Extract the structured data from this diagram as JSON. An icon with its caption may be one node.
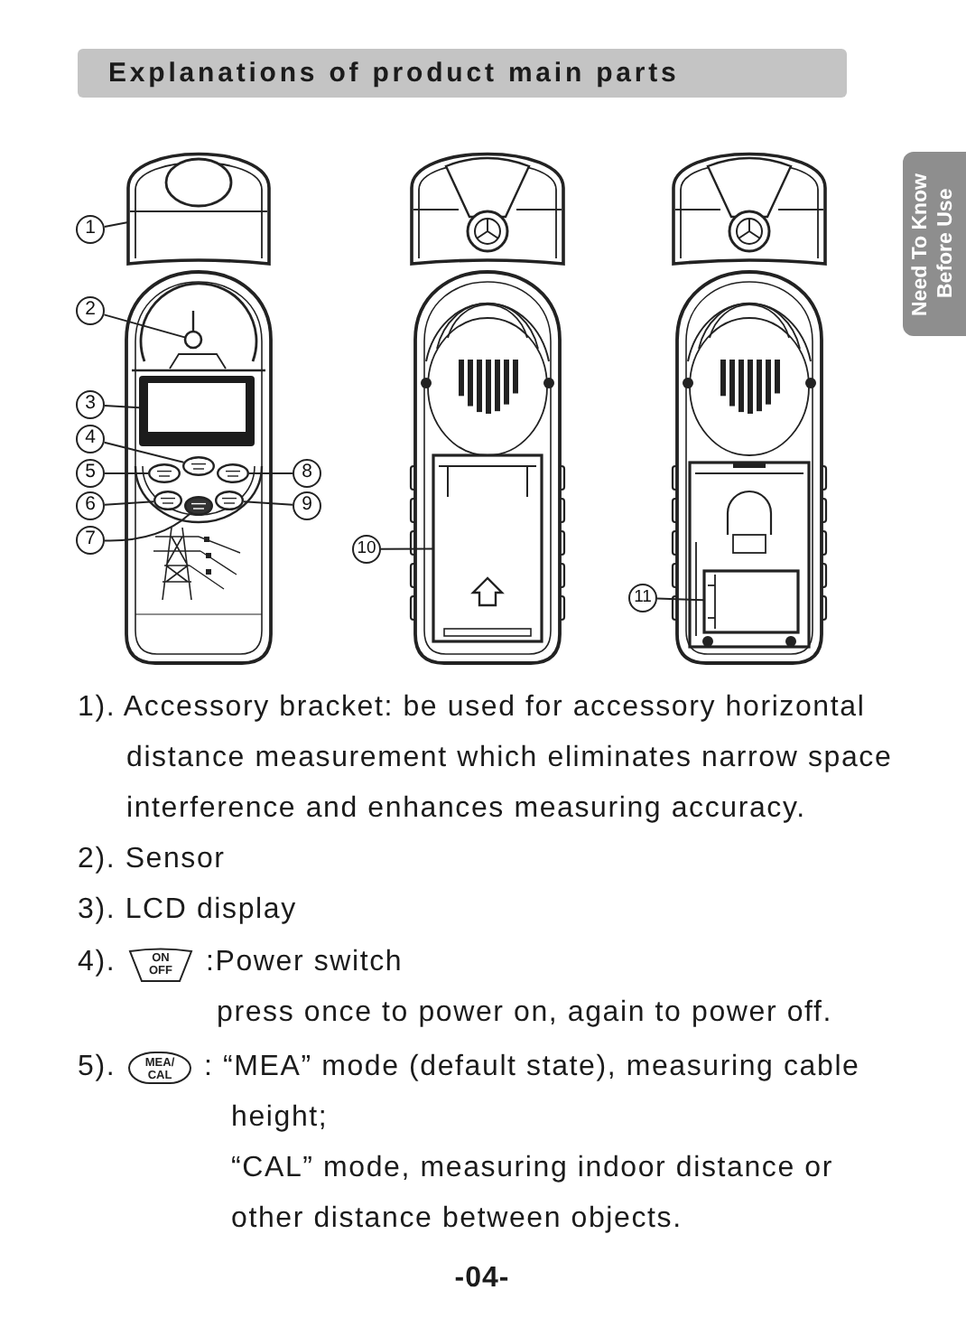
{
  "diagram": {
    "title": "Explanations of product main parts",
    "nodes": [
      {
        "text": [
          "1"
        ]
      },
      {
        "text": [
          "2"
        ]
      },
      {
        "text": [
          "3"
        ]
      },
      {
        "text": [
          "4"
        ]
      },
      {
        "text": [
          "5"
        ]
      },
      {
        "text": [
          "6"
        ]
      },
      {
        "text": [
          "7"
        ]
      },
      {
        "text": [
          "8"
        ]
      },
      {
        "text": [
          "9"
        ]
      },
      {
        "text": [
          "10"
        ]
      },
      {
        "text": [
          "11"
        ]
      },
      {
        "text": [],
        "shape": "picture"
      },
      {
        "text": [],
        "shape": "picture"
      },
      {
        "text": [],
        "shape": "picture"
      },
      {
        "text": [],
        "shape": "picture"
      },
      {
        "text": [],
        "shape": "picture"
      },
      {
        "text": [],
        "shape": "picture"
      },
      {
        "text": [],
        "shape": "picture"
      },
      {
        "text": [],
        "shape": "picture"
      },
      {
        "text": [],
        "shape": "picture"
      },
      {
        "text": [],
        "shape": "picture"
      },
      {
        "text": [],
        "shape": "picture"
      },
      {
        "text": [],
        "shape": "picture",
        "in": 21
      }
    ],
    "edges": [
      {
        "from": 0,
        "to": 11,
        "arrow": "none"
      },
      {
        "from": 1,
        "to": 12,
        "arrow": "none"
      },
      {
        "from": 2,
        "to": 13,
        "arrow": "none"
      },
      {
        "from": 3,
        "to": 14,
        "arrow": "none"
      },
      {
        "from": 4,
        "to": 15,
        "arrow": "none"
      },
      {
        "from": 5,
        "to": 16,
        "arrow": "none"
      },
      {
        "from": 6,
        "to": 17,
        "arrow": "none"
      },
      {
        "from": 7,
        "to": 18,
        "arrow": "none"
      },
      {
        "from": 8,
        "to": 19,
        "arrow": "none"
      },
      {
        "from": 9,
        "to": 20,
        "arrow": "none"
      },
      {
        "from": 10,
        "to": 22,
        "arrow": "none"
      }
    ],
    "labels": [
      "Need To Know Before Use",
      "1). Accessory bracket: be used for accessory horizontal distance measurement which eliminates narrow space interference and enhances measuring accuracy.",
      "2). Sensor",
      "3). LCD display",
      "4).",
      "ON OFF",
      ":Power switch",
      "press once to power on, again to power off.",
      "5).",
      "MEA/ CAL",
      ": “MEA” mode (default state), measuring cable height;",
      "“CAL” mode, measuring indoor distance or other distance between objects.",
      "-04-"
    ]
  }
}
